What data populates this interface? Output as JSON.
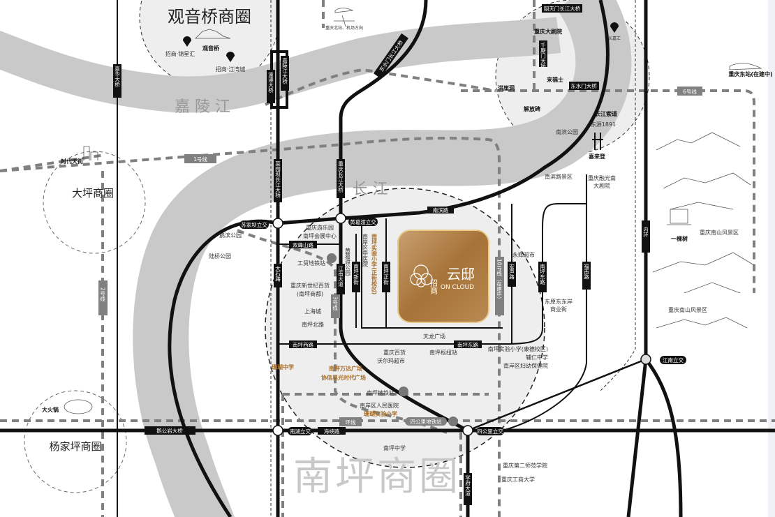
{
  "districts": {
    "guanyinqiao": "观音桥商圈",
    "daping": "大坪商圈",
    "yangjiaping": "杨家坪商圈",
    "nanping": "南坪商圈"
  },
  "rivers": {
    "jialing": "嘉 陵 江",
    "yangtze": "长 江"
  },
  "bridges": {
    "jiahua": "嘉华大桥",
    "yuao": "渝澳大桥",
    "jialingjiang": "嘉陵江大桥",
    "caiyuanba": "菜园坝长江大桥",
    "chongqing_changjiang": "重庆长江大桥",
    "dongshuimen_changjiang": "东水门长江大桥",
    "chaotianmen": "朝天门长江大桥",
    "qiansimen": "千厮门大桥",
    "dongshuimen": "东水门大桥",
    "egongyan": "鹅公岩大桥"
  },
  "roads": {
    "nanbin": "南滨路",
    "shuangfengshan": "双峰山路",
    "dashi": "大石路",
    "jiangnan_avenue": "江南大道",
    "nanping_xinjie": "南坪新街",
    "nanping_zhengjie": "南坪正街",
    "hongsheng": "宏声路",
    "nanping_east_v": "南坪东路",
    "funan": "福南路",
    "neihuan": "内环",
    "nanping_west": "南坪西路",
    "nanping_east": "南坪东路",
    "haixia": "海峡路",
    "xuefu": "学府大道"
  },
  "interchanges": {
    "sujiaba": "苏家坝立交",
    "huanggedu": "黄葛渡立交",
    "nanhu": "南湖立交",
    "sigongli": "四公里立交",
    "jiangnan": "江南立交"
  },
  "metro": {
    "line1": "1号线",
    "line2": "2号线",
    "line3": "3号线",
    "line10": "10号线（在建中）",
    "line6": "6号线",
    "loop": "环线",
    "sigongli_station": "四公里地铁站"
  },
  "pois": {
    "jinxinghui": "招商·锦星汇",
    "guanyinqiao": "观音桥",
    "jiangwancheng": "招商·江湾城",
    "north_station": "重庆北站、机场方向",
    "shidaitianjie": "时代天街",
    "grand_theatre": "重庆大剧院",
    "changjiahui": "长嘉汇",
    "raffles": "来福士",
    "hongyadong": "洪崖洞",
    "jiefangbei": "解放碑",
    "cableway": "长江索道",
    "dongyuan1891": "东源1891",
    "nanbin_park": "南滨公园",
    "sheraton": "喜来登",
    "nanbin_scenic": "南滨路景区",
    "rongguang_1": "重庆融光南",
    "rongguang_2": "大剧院",
    "east_station": "重庆东站(在建中)",
    "nanshan_1": "重庆南山风景区",
    "yikeshu": "一棵树",
    "nanshan_2": "重庆南山风景区",
    "ebin_park": "鹅滨公园",
    "luqiao_park": "陆桥公园",
    "amusement": "重庆游乐园",
    "expo": "南坪会展中心",
    "huanggedu_park": "黄葛渡公园",
    "tcm_hospital": "南岸区中医院",
    "exp_primary_zj": "南坪实验小学(正街校区)",
    "gongmao_station": "工贸地铁站",
    "xinshiji_1": "重庆新世纪百货",
    "xinshiji_2": "(南坪商都)",
    "shanghaicheng": "上海城",
    "nanping_north": "南坪北路",
    "tianlong": "天龙广场",
    "yonghui": "永辉超市",
    "dongyuan_1": "东原东东岸",
    "dongyuan_2": "商业街",
    "cq_department": "重庆百货",
    "walmart": "沃尔玛超市",
    "hub": "南坪枢纽站",
    "exp_primary_kd": "南坪实验小学(康德校区)",
    "furen": "辅仁中学",
    "maternal": "南岸区妇幼保健院",
    "shanhu_middle": "珊瑚中学",
    "wanda": "南坪万达广场",
    "xinxin": "协信星光时代广场",
    "nanping_station": "南坪地铁站",
    "peoples_hospital": "南岸区人民医院",
    "shanhu_primary": "珊瑚实验小学",
    "nanping_middle": "南坪中学",
    "second_normal": "重庆第二师范学院",
    "ctbu": "重庆工商大学",
    "hotpot": "大火锅"
  },
  "project": {
    "brand": "招商",
    "name": "云邸",
    "en": "ON CLOUD"
  },
  "colors": {
    "river": "#c9c9c9",
    "zone": "#eeeeee",
    "metro": "#808080",
    "gold": "#b07f3e",
    "accent_text": "#a8702a"
  }
}
